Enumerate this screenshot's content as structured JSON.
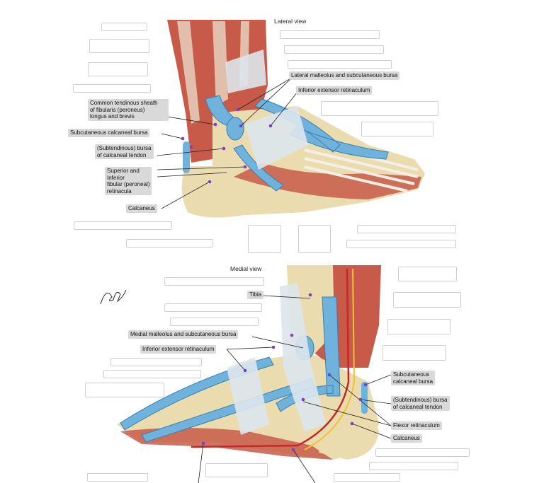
{
  "lateral": {
    "title": "Lateral view",
    "labels": {
      "lateral_malleolus": "Lateral malleolus and subcutaneous bursa",
      "inferior_extensor": "Inferior extensor retinaculum",
      "common_sheath": "Common tendinous sheath\nof fibularis (peroneus)\nlongus and brevis",
      "subcutaneous_calcaneal": "Subcutaneous calcaneal bursa",
      "subtendinous": "(Subtendinous) bursa\nof calcaneal tendon",
      "retinacula": "Superior and\nInferior\nfibular (peroneal)\nretinacula",
      "calcaneus": "Calcaneus"
    }
  },
  "medial": {
    "title": "Medial view",
    "labels": {
      "tibia": "Tibia",
      "medial_malleolus": "Medial malleolus and subcutaneous bursa",
      "inferior_extensor": "Inferior extensor retinaculum",
      "subcutaneous_calcaneal": "Subcutaneous\ncalcaneal bursa",
      "subtendinous": "(Subtendinous) bursa\nof calcaneal tendon",
      "flexor_retinaculum": "Flexor retinaculum",
      "calcaneus": "Calcaneus"
    }
  },
  "colors": {
    "tendon_sheath": "#6fb3dc",
    "bone": "#eadcae",
    "muscle": "#c85a4a",
    "retinaculum": "#dde6ec",
    "artery": "#c62828",
    "nerve": "#f1c232",
    "pin": "#7a3fc7"
  }
}
